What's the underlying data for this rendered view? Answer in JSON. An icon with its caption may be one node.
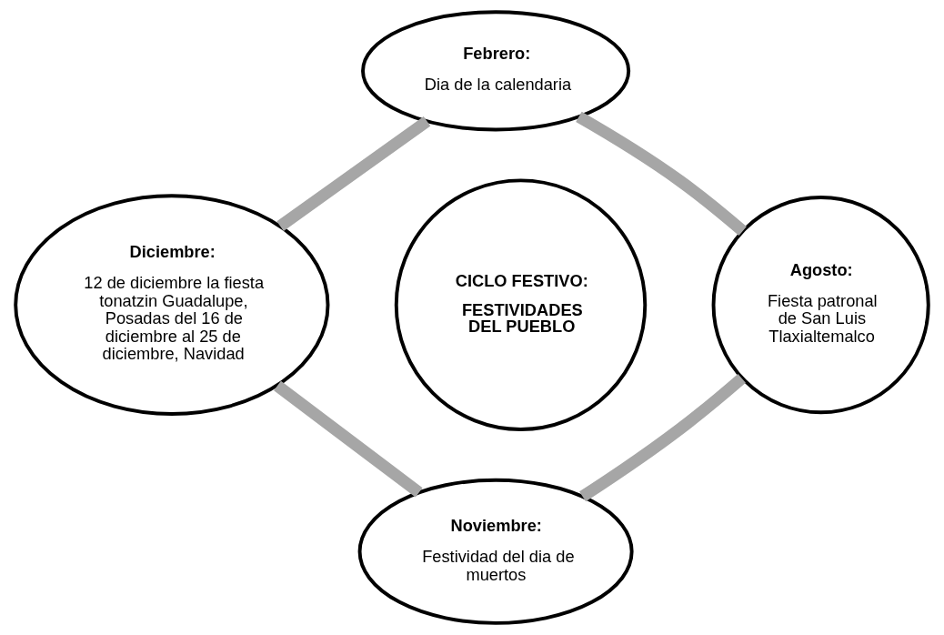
{
  "diagram": {
    "nodes": [
      {
        "text": [
          "Febrero:",
          "Dia de la calendaria"
        ]
      },
      {
        "text": [
          "Diciembre:",
          "12 de diciembre la fiesta tonatzin Guadalupe, Posadas del 16 de diciembre al 25 de diciembre, Navidad"
        ]
      },
      {
        "text": [
          "CICLO FESTIVO:",
          "FESTIVIDADES DEL PUEBLO"
        ]
      },
      {
        "text": [
          "Agosto:",
          "Fiesta patronal de San Luis Tlaxialtemalco"
        ]
      },
      {
        "text": [
          "Noviembre:",
          "Festividad del dia de muertos"
        ]
      }
    ],
    "edges": [
      {
        "from": 0,
        "to": 3,
        "arrow": "none"
      },
      {
        "from": 3,
        "to": 4,
        "arrow": "none"
      },
      {
        "from": 1,
        "to": 4,
        "arrow": "none"
      },
      {
        "from": 0,
        "to": 1,
        "arrow": "none"
      }
    ]
  }
}
